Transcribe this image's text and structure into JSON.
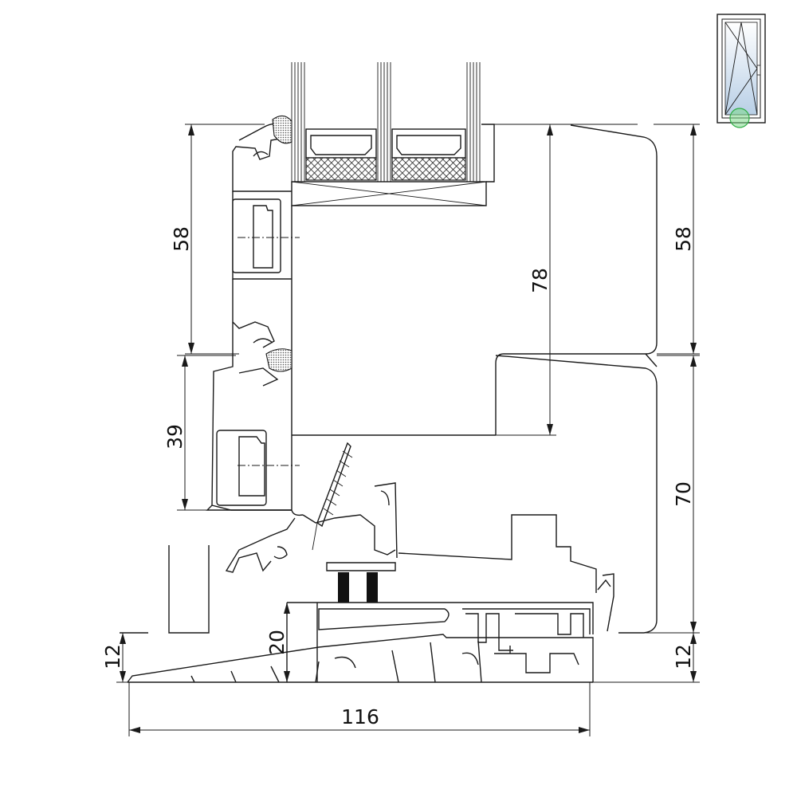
{
  "colors": {
    "line": "#1a1a1a",
    "background": "#ffffff",
    "gasket": "#9a9a9a",
    "brush": "#111111",
    "pane_tint": "#dbe7f3",
    "indicator": "#7ed98b",
    "indicator_stroke": "#2fae45"
  },
  "dimensions": {
    "left_sash_height": "58",
    "left_frame_height": "39",
    "glass_rebate": "78",
    "right_sash_height": "58",
    "right_frame_height": "70",
    "sill_height": "20",
    "threshold_left": "12",
    "threshold_right": "12",
    "overall_width": "116"
  },
  "thumbnail": {
    "icon": "window-tilt-turn-icon",
    "marker": "detail-location-marker"
  }
}
